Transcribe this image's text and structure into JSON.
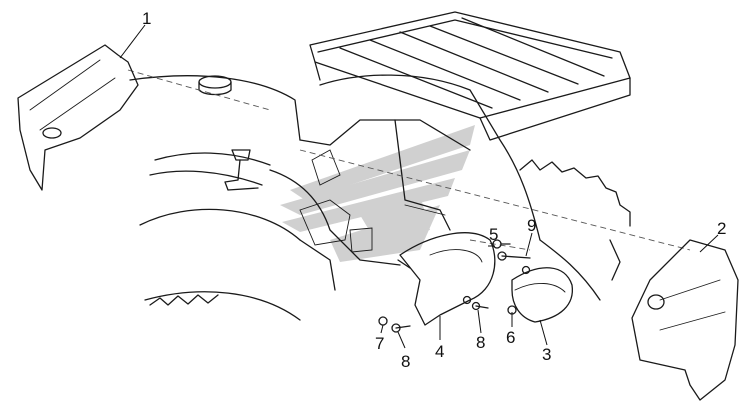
{
  "callouts": [
    {
      "label": "1"
    },
    {
      "label": "2"
    },
    {
      "label": "3"
    },
    {
      "label": "4"
    },
    {
      "label": "5"
    },
    {
      "label": "6"
    },
    {
      "label": "7"
    },
    {
      "label": "8"
    },
    {
      "label": "8"
    },
    {
      "label": "9"
    }
  ],
  "watermark": {
    "color": "#c8c8c8"
  }
}
